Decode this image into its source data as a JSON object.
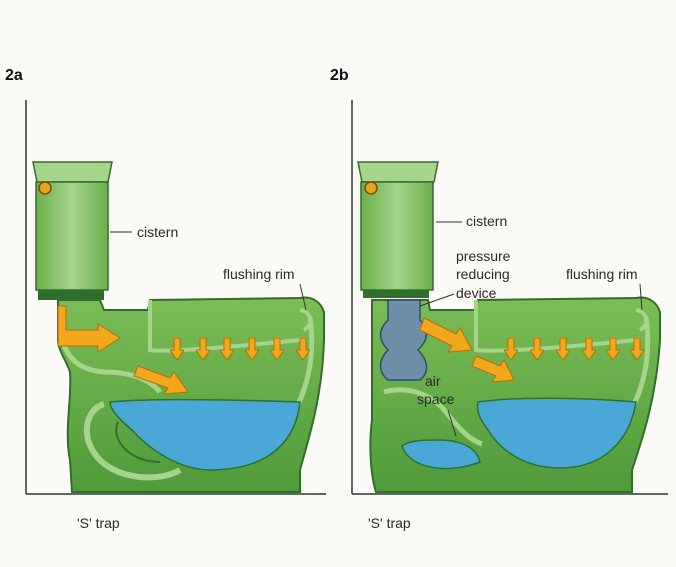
{
  "panels": [
    {
      "id": "2a",
      "label": "2a",
      "caption": "'S' trap",
      "callouts": {
        "cistern": "cistern",
        "flushing_rim": "flushing rim"
      }
    },
    {
      "id": "2b",
      "label": "2b",
      "caption": "'S' trap",
      "callouts": {
        "cistern": "cistern",
        "pressure_1": "pressure",
        "pressure_2": "reducing",
        "pressure_3": "device",
        "flushing_rim": "flushing rim",
        "air_1": "air",
        "air_2": "space"
      }
    }
  ],
  "colors": {
    "porcelain": "#6cb04c",
    "porcelain_dark": "#2f6f2c",
    "porcelain_light": "#a6d48a",
    "water": "#49a8d6",
    "flow_arrow": "#f2a81a",
    "flow_arrow_edge": "#b86e08",
    "device": "#6f8fa8",
    "wall_line": "#333333"
  },
  "icons": [
    "float-ball-icon",
    "flow-arrow-icon"
  ]
}
